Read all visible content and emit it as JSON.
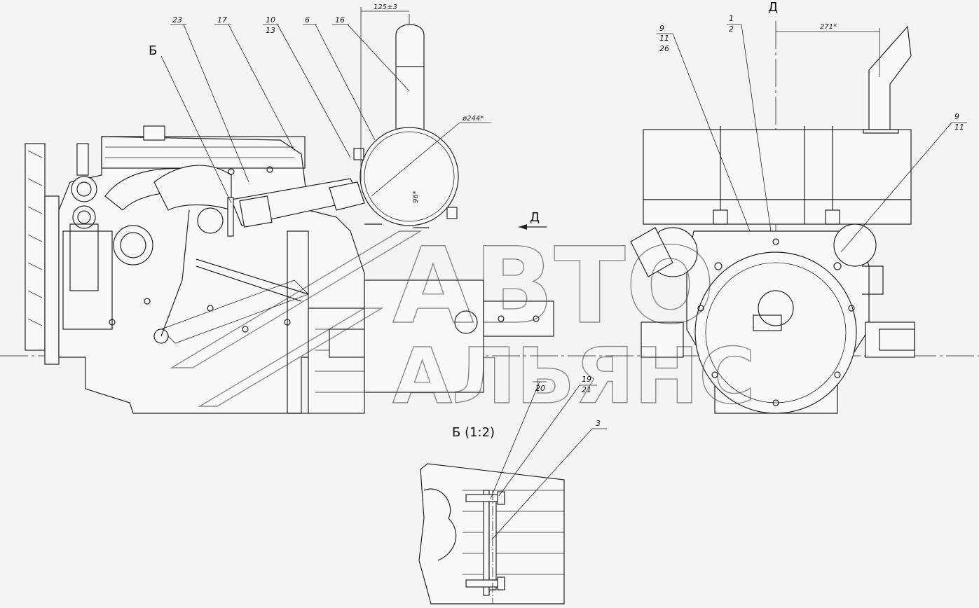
{
  "labels": {
    "l23": "23",
    "l17": "17",
    "l10": "10",
    "l13": "13",
    "l6": "6",
    "l16": "16",
    "l1": "1",
    "l2": "2",
    "l9a": "9",
    "l11a": "11",
    "l26": "26",
    "l9b": "9",
    "l11b": "11",
    "l20": "20",
    "l19": "19",
    "l21": "21",
    "l3": "3"
  },
  "view_marks": {
    "b_upper": "Б",
    "d_top": "Д",
    "d_arrow": "Д",
    "detail_title": "Б  (1:2)"
  },
  "dimensions": {
    "d125": "125±3",
    "d271": "271*",
    "d244": "ø244*",
    "d96": "96*"
  },
  "watermark": {
    "line1": "АВТО",
    "line2": "АЛЬЯНС"
  }
}
